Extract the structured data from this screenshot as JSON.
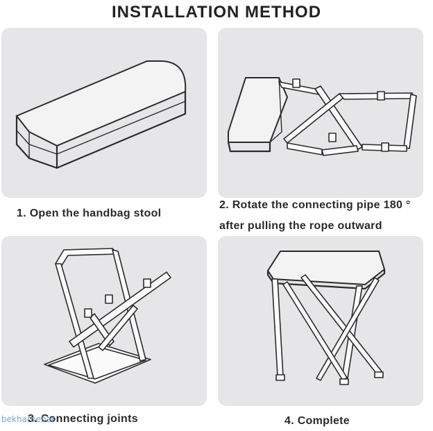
{
  "title": "INSTALLATION METHOD",
  "steps": [
    {
      "caption": "1. Open the handbag stool"
    },
    {
      "caption_line1": "2. Rotate the connecting pipe 180 °",
      "caption_line2": "after pulling the rope outward"
    },
    {
      "caption": "3. Connecting joints"
    },
    {
      "caption": "4. Complete"
    }
  ],
  "watermark": "bekharbebar",
  "colors": {
    "panel": "#e6e6e8",
    "line": "#2b2b2b",
    "watermark": "#6fa5d8"
  }
}
